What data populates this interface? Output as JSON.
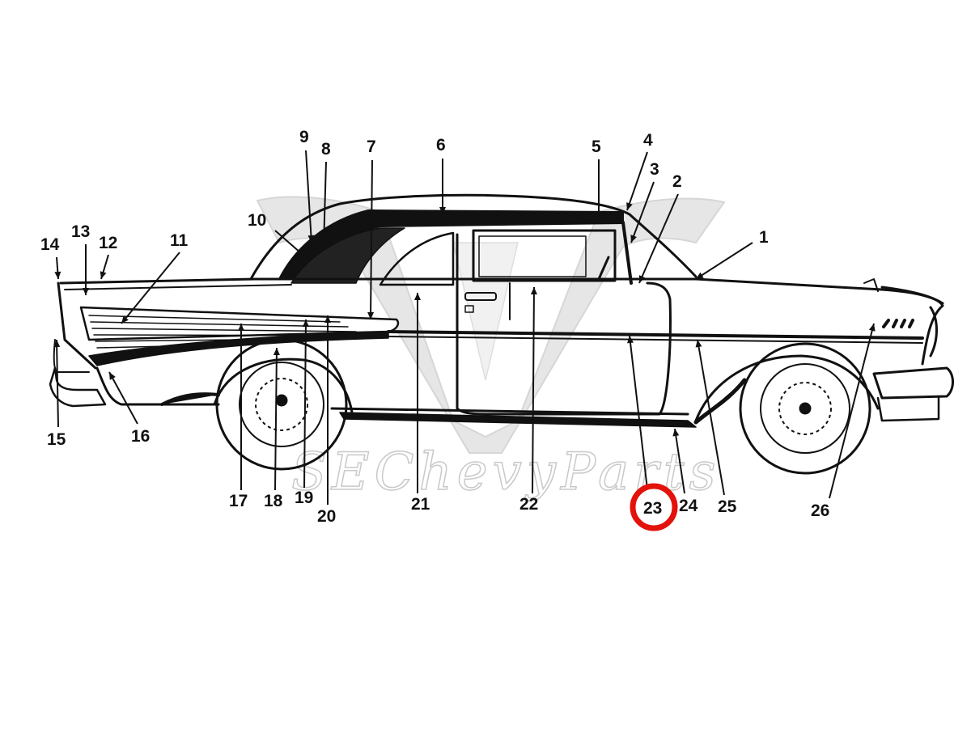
{
  "diagram": {
    "callouts": [
      "1",
      "2",
      "3",
      "4",
      "5",
      "6",
      "7",
      "8",
      "9",
      "10",
      "11",
      "12",
      "13",
      "14",
      "15",
      "16",
      "17",
      "18",
      "19",
      "20",
      "21",
      "22",
      "23",
      "24",
      "25",
      "26"
    ],
    "highlighted_callout": "23",
    "highlight_color": "#e3120b",
    "line_color": "#111111",
    "watermark": {
      "logo": "VEI",
      "text": "SEChevyParts"
    }
  }
}
